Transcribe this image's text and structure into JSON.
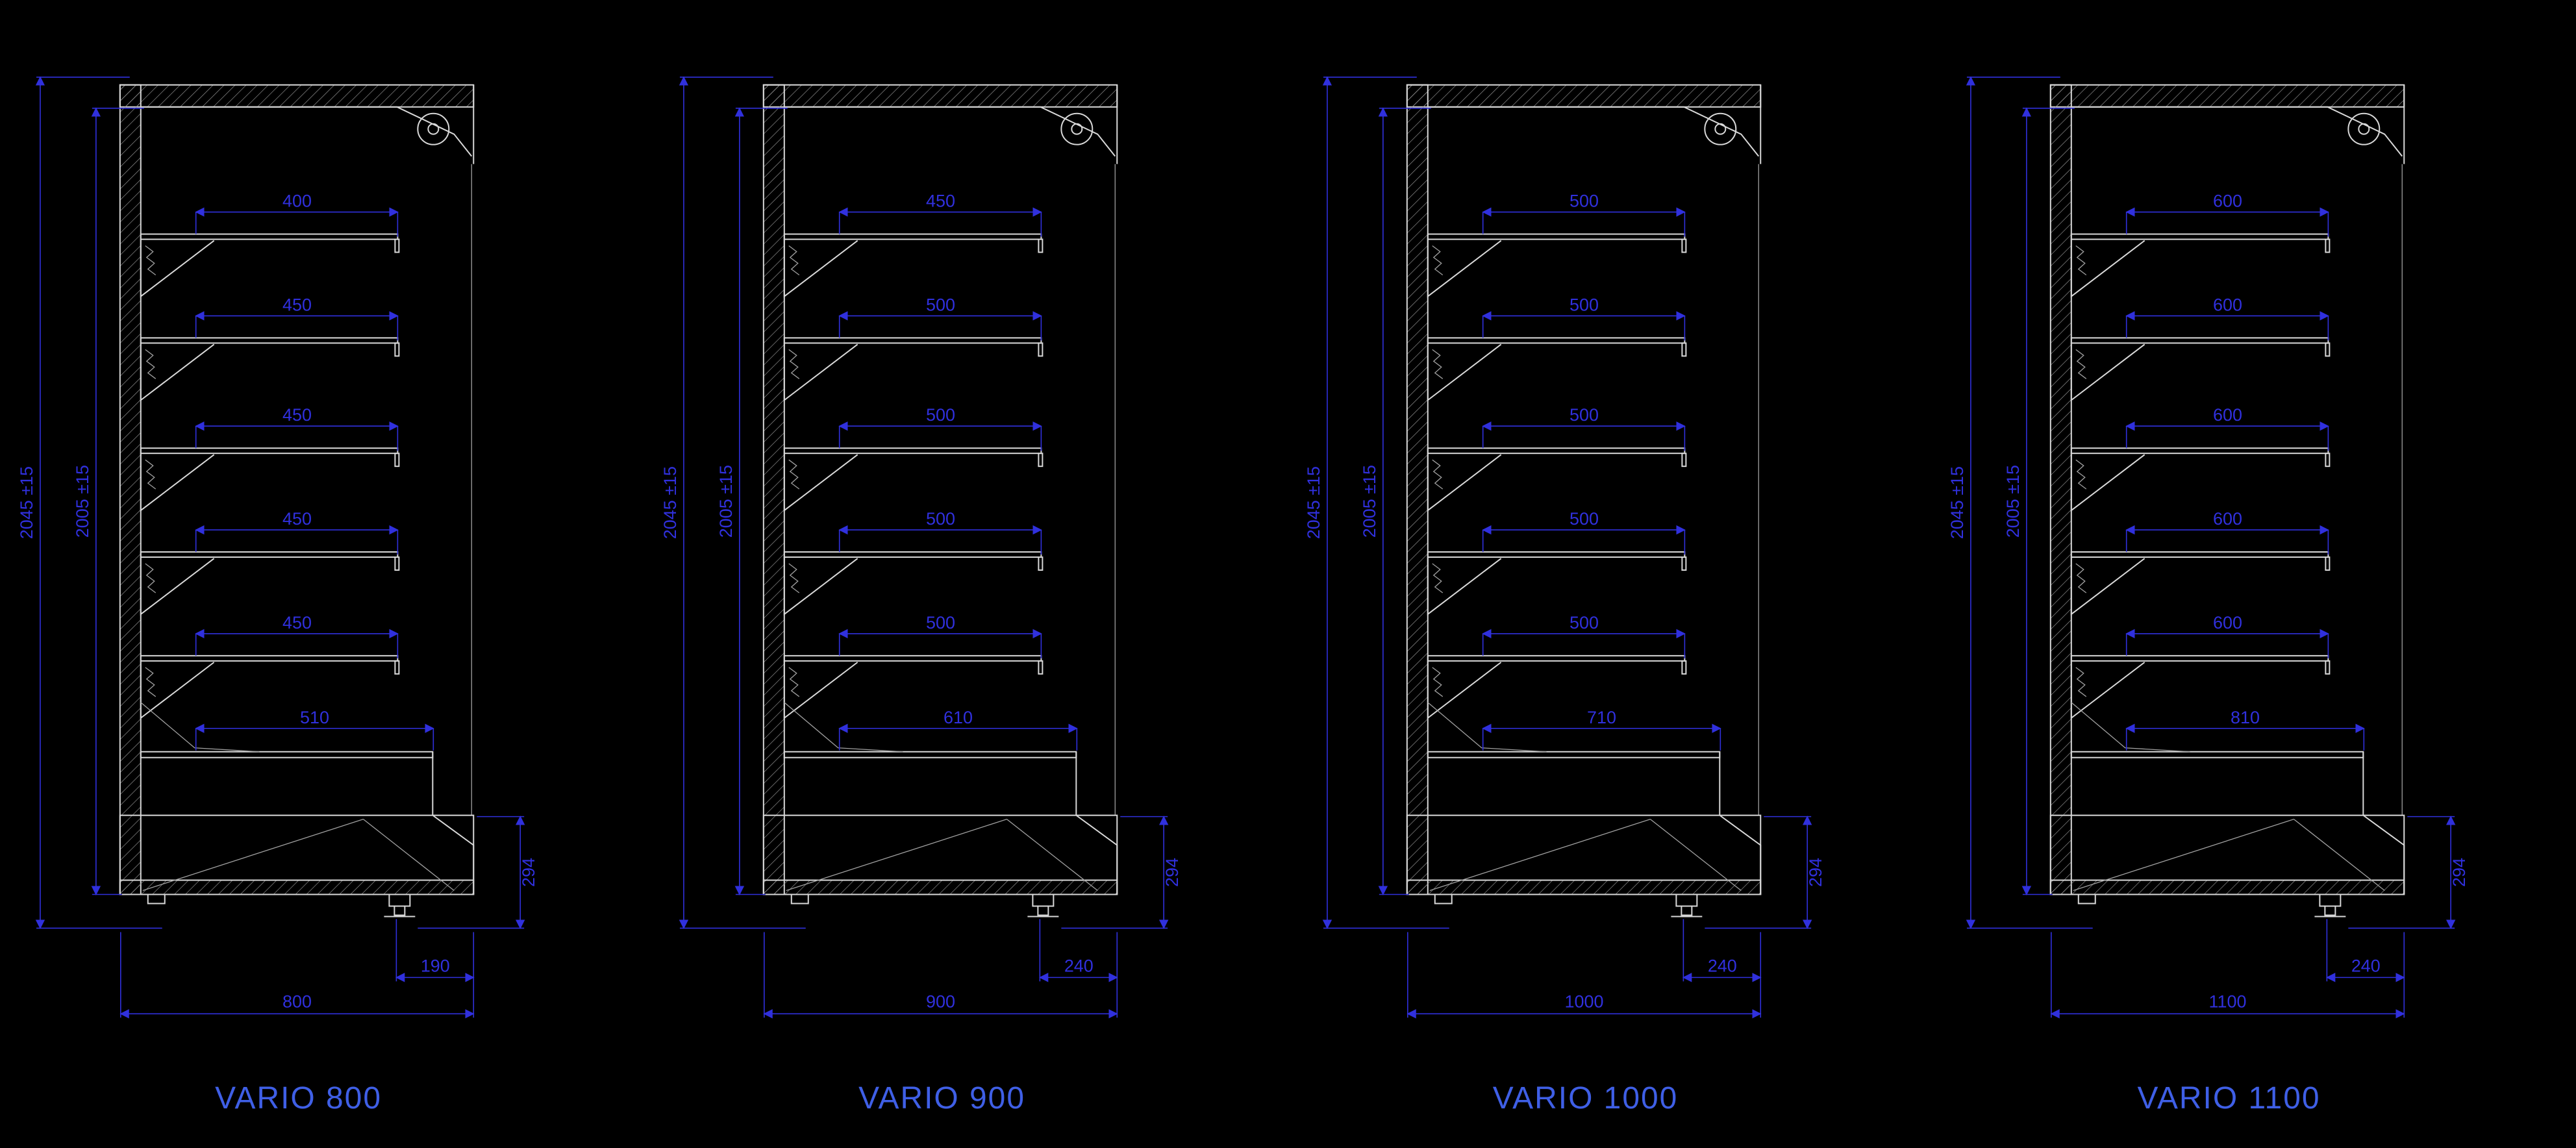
{
  "page": {
    "background_color": "#000000",
    "line_color": "#d9d9d9",
    "dimension_color": "#3030dd",
    "title_color": "#3f5fe6"
  },
  "panels": [
    {
      "title": "VARIO 800",
      "height_outer": "2045 ±15",
      "height_inner": "2005 ±15",
      "base_height": "294",
      "overall_width": "800",
      "base_front_depth": "190",
      "well_depth": "510",
      "shelf_depths": [
        "400",
        "450",
        "450",
        "450",
        "450"
      ]
    },
    {
      "title": "VARIO 900",
      "height_outer": "2045 ±15",
      "height_inner": "2005 ±15",
      "base_height": "294",
      "overall_width": "900",
      "base_front_depth": "240",
      "well_depth": "610",
      "shelf_depths": [
        "450",
        "500",
        "500",
        "500",
        "500"
      ]
    },
    {
      "title": "VARIO 1000",
      "height_outer": "2045 ±15",
      "height_inner": "2005 ±15",
      "base_height": "294",
      "overall_width": "1000",
      "base_front_depth": "240",
      "well_depth": "710",
      "shelf_depths": [
        "500",
        "500",
        "500",
        "500",
        "500"
      ]
    },
    {
      "title": "VARIO 1100",
      "height_outer": "2045 ±15",
      "height_inner": "2005 ±15",
      "base_height": "294",
      "overall_width": "1100",
      "base_front_depth": "240",
      "well_depth": "810",
      "shelf_depths": [
        "600",
        "600",
        "600",
        "600",
        "600"
      ]
    }
  ]
}
